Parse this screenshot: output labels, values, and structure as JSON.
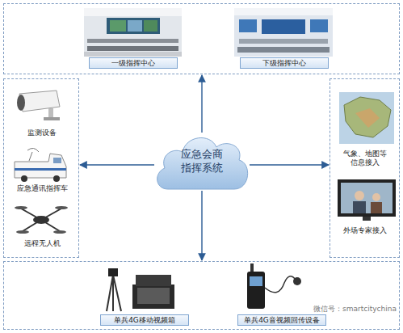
{
  "diagram": {
    "nodes": [
      {
        "text": [
          "一级指挥中心",
          "下级指挥中心"
        ]
      },
      {
        "text": [
          "监测设备",
          "应急通讯指挥车",
          "远程无人机"
        ]
      },
      {
        "text": [
          "应急会商 指挥系统"
        ]
      },
      {
        "text": [
          "气象、地图等 信息接入",
          "外场专家接入"
        ]
      },
      {
        "text": [
          "单兵4G移动视频箱",
          "单兵4G音视频回传设备"
        ]
      }
    ],
    "edges": [
      {
        "from": 2,
        "to": 0,
        "arrow": "to"
      },
      {
        "from": 2,
        "to": 1,
        "arrow": "to"
      },
      {
        "from": 2,
        "to": 3,
        "arrow": "to"
      },
      {
        "from": 2,
        "to": 4,
        "arrow": "to"
      }
    ],
    "labels": [
      "微信号：smartcitychina"
    ]
  }
}
